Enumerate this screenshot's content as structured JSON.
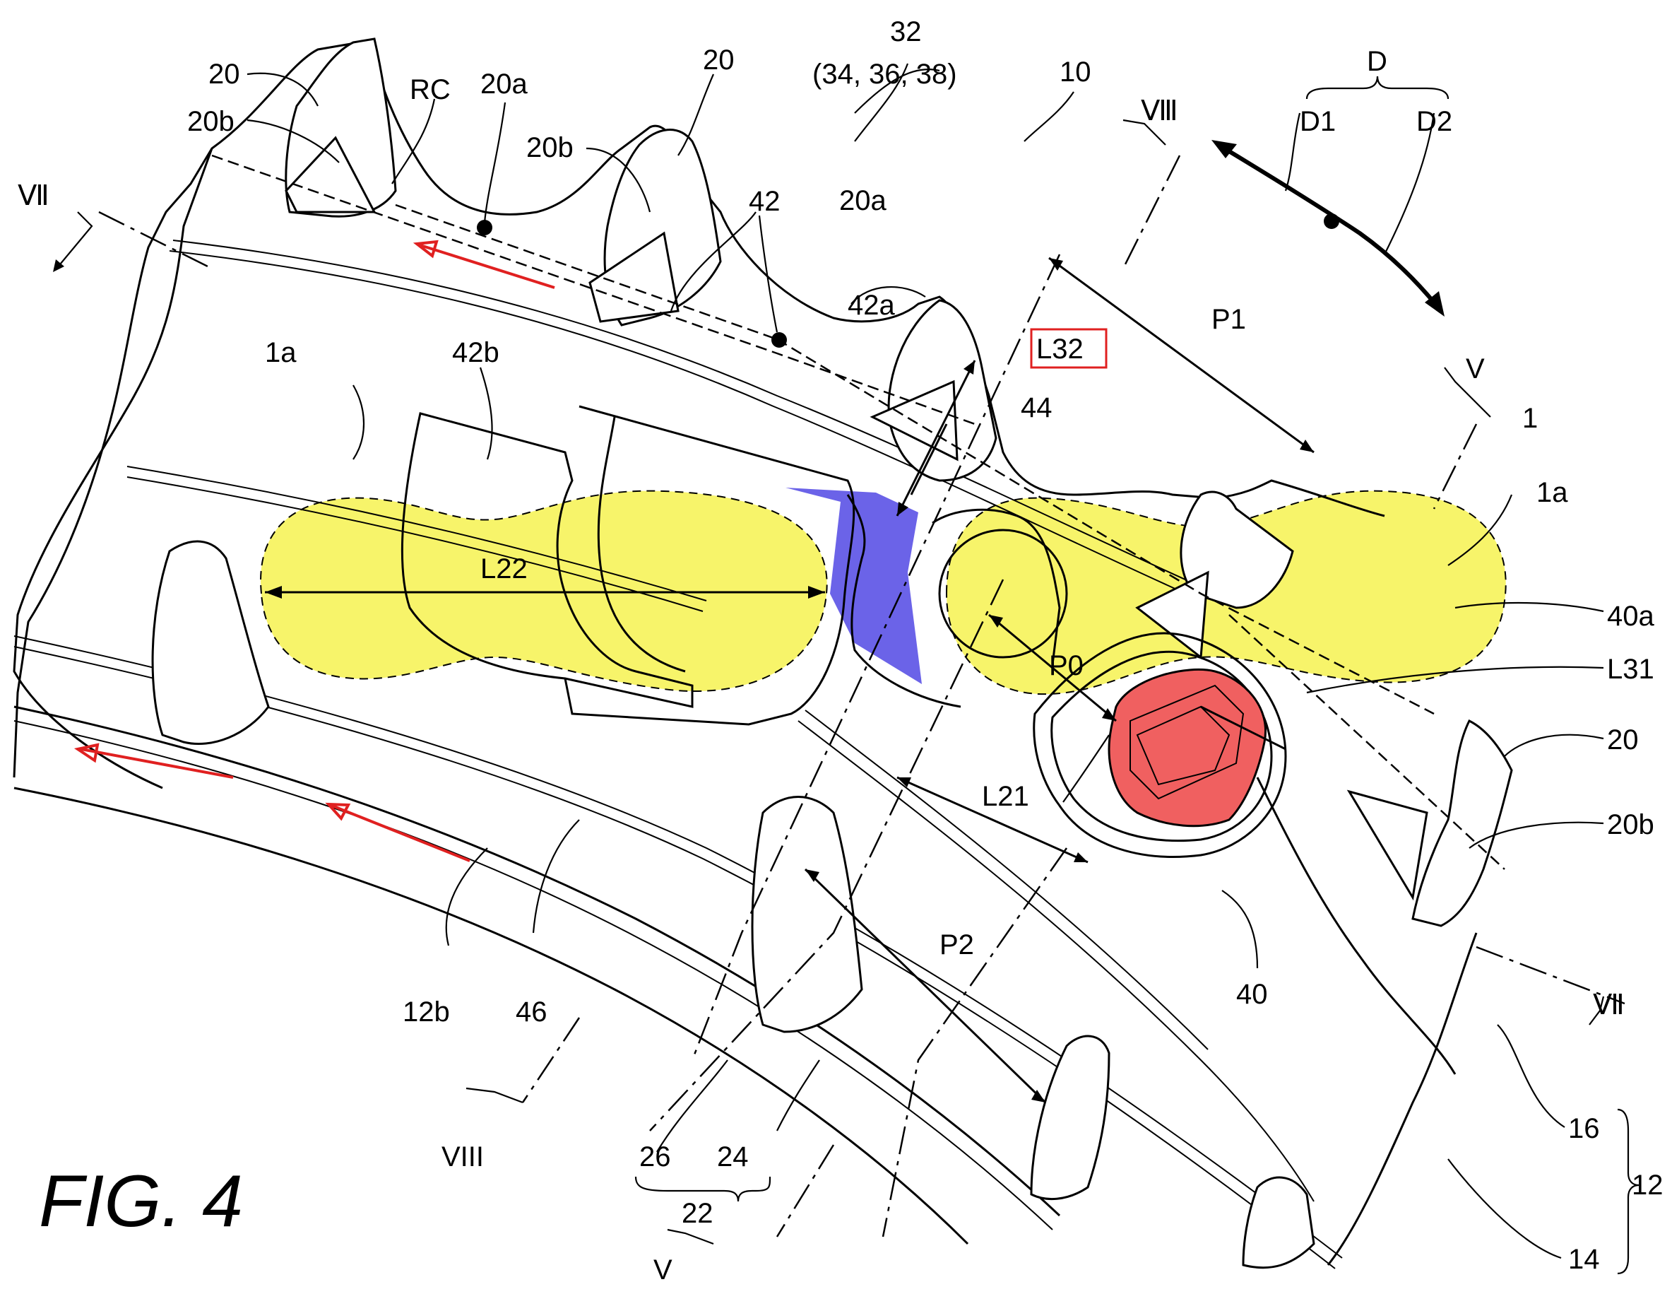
{
  "figure": {
    "title": "FIG. 4"
  },
  "colors": {
    "yellow_highlight": "#f7f46a",
    "blue_highlight": "#6b63e8",
    "red_element": "#f06060",
    "red_arrow": "#e02020",
    "box_outline": "#e02020"
  },
  "labels": {
    "n20_top": "20",
    "n20b_top": "20b",
    "RC": "RC",
    "n20a_top": "20a",
    "n20_mid": "20",
    "n20b_mid": "20b",
    "n42": "42",
    "n20a_mid": "20a",
    "n32": "32",
    "n32_sub": "(34, 36, 38)",
    "n10": "10",
    "VIII_top": "Ⅷ",
    "VII_left": "Ⅶ",
    "D": "D",
    "D1": "D1",
    "D2": "D2",
    "n42a": "42a",
    "n1a_left": "1a",
    "n42b": "42b",
    "L32": "L32",
    "P1": "P1",
    "V_top": "V",
    "n1": "1",
    "n1a_right": "1a",
    "n44": "44",
    "L22": "L22",
    "P0": "P0",
    "n40a": "40a",
    "L31": "L31",
    "n20_right": "20",
    "n20b_right": "20b",
    "L21": "L21",
    "P2": "P2",
    "n40": "40",
    "VII_right": "Ⅶ",
    "n12b": "12b",
    "n46": "46",
    "VIII_bottom": "VIII",
    "n26": "26",
    "n24": "24",
    "n22": "22",
    "n16": "16",
    "n12": "12",
    "n14": "14",
    "V_bottom": "V"
  }
}
